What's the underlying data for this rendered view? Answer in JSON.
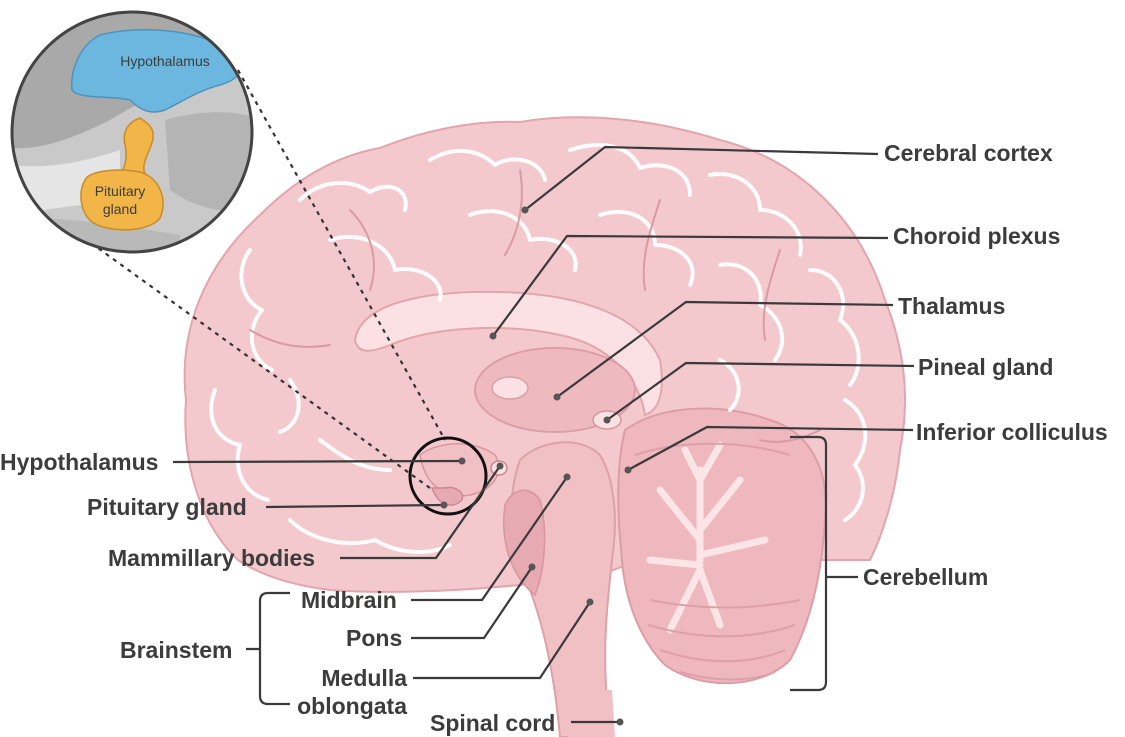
{
  "labels": {
    "cerebral_cortex": "Cerebral cortex",
    "choroid_plexus": "Choroid plexus",
    "thalamus": "Thalamus",
    "pineal_gland": "Pineal gland",
    "inferior_colliculus": "Inferior colliculus",
    "cerebellum": "Cerebellum",
    "hypothalamus": "Hypothalamus",
    "pituitary_gland": "Pituitary gland",
    "mammillary_bodies": "Mammillary bodies",
    "midbrain": "Midbrain",
    "pons": "Pons",
    "medulla_line1": "Medulla",
    "medulla_line2": "oblongata",
    "brainstem": "Brainstem",
    "spinal_cord": "Spinal cord"
  },
  "inset": {
    "hypothalamus": "Hypothalamus",
    "pituitary_line1": "Pituitary",
    "pituitary_line2": "gland"
  },
  "colors": {
    "brain_fill": "#f4c9cd",
    "brain_light": "#fbe1e3",
    "brain_dark": "#e6a9b0",
    "hypothalamus_blue": "#6bb7e0",
    "pituitary_orange": "#f1b548",
    "inset_gray": "#c9c9c9"
  }
}
